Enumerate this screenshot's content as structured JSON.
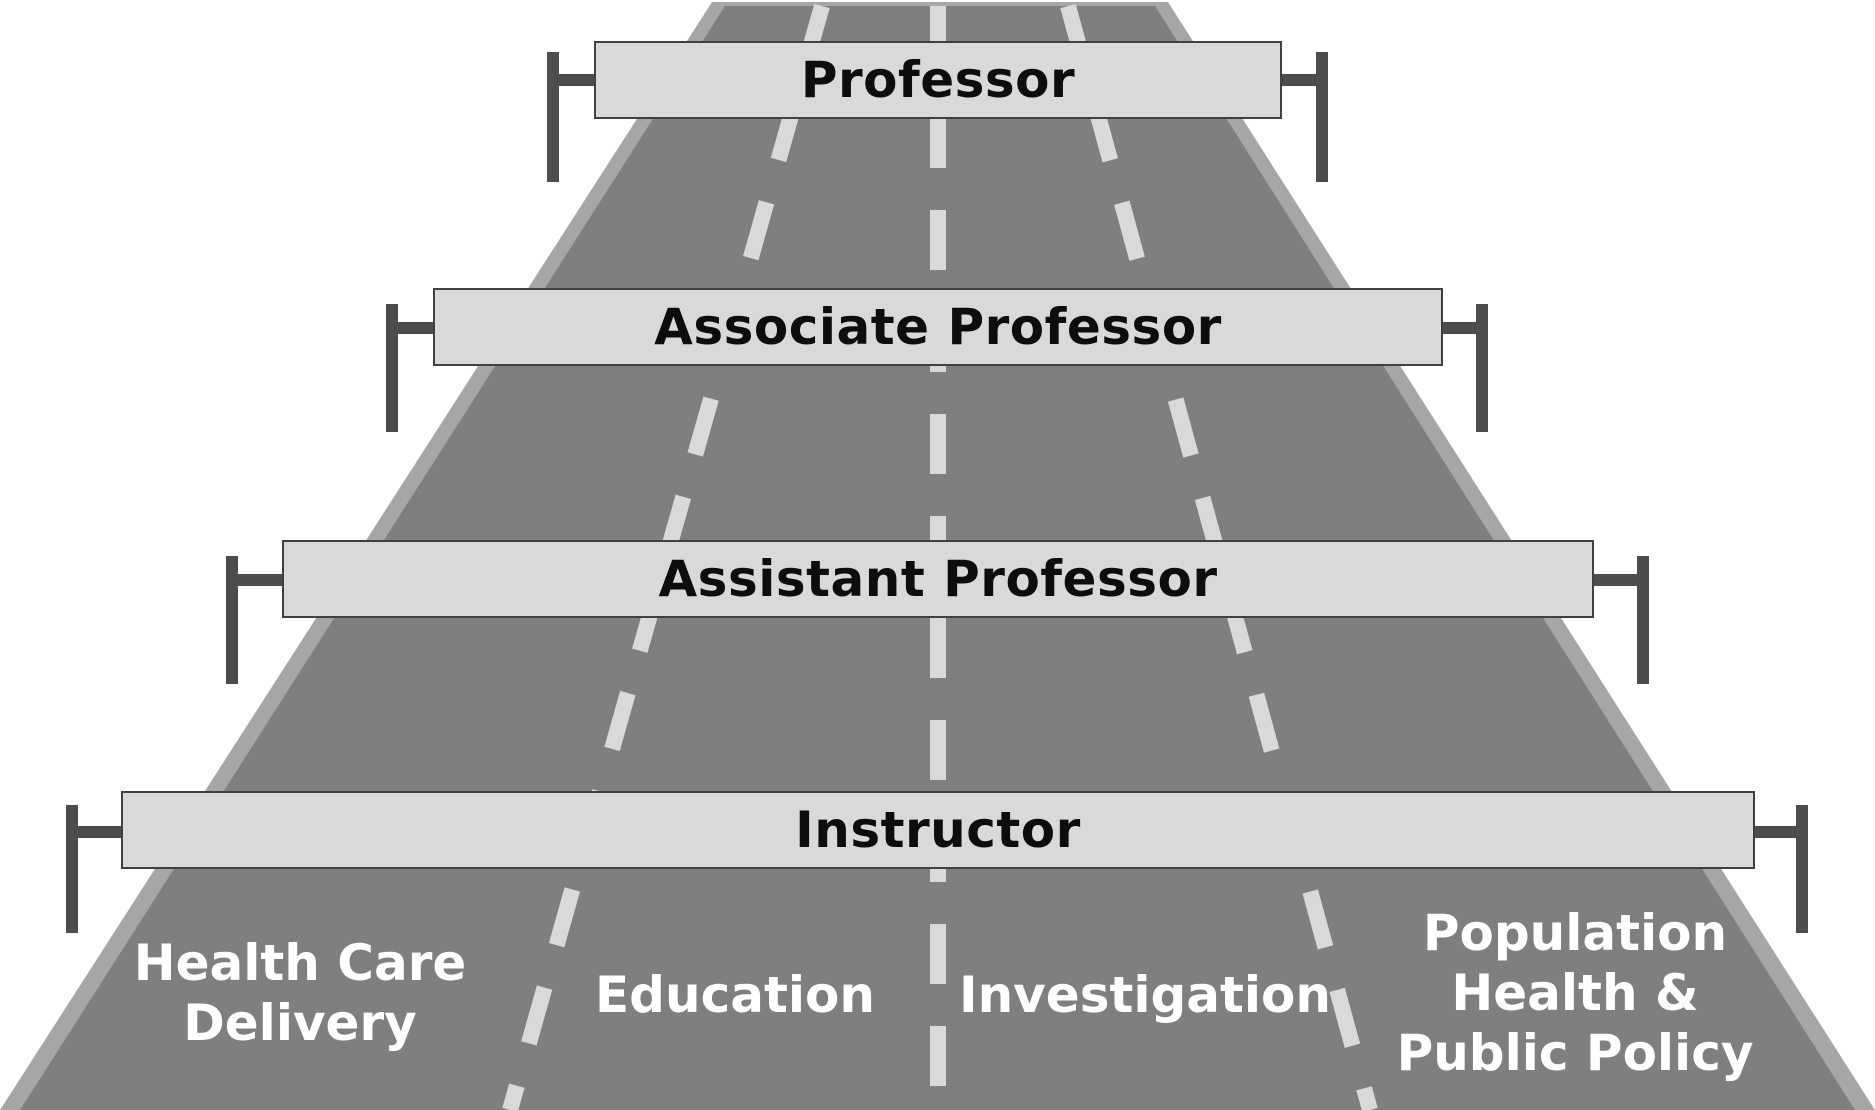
{
  "colors": {
    "road": "#7f7f7f",
    "road_edge": "#a6a6a6",
    "lane_marking": "#d9d9d9",
    "sign_fill": "#d9d9d9",
    "sign_border": "#404040",
    "sign_post": "#4d4d4d",
    "sign_text": "#0d0d0d",
    "lane_text": "#ffffff"
  },
  "ranks": [
    {
      "label": "Professor"
    },
    {
      "label": "Associate Professor"
    },
    {
      "label": "Assistant Professor"
    },
    {
      "label": "Instructor"
    }
  ],
  "lanes": [
    {
      "label": "Health Care\nDelivery"
    },
    {
      "label": "Education"
    },
    {
      "label": "Investigation"
    },
    {
      "label": "Population\nHealth &\nPublic Policy"
    }
  ]
}
